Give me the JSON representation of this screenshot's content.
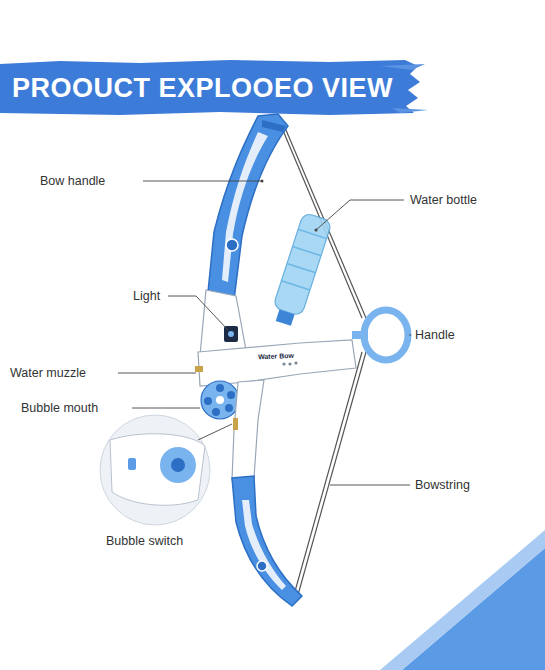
{
  "diagram": {
    "title": "PROOUCT EXPLOOEO VIEW",
    "labels": [
      "Bow handle",
      "Water bottle",
      "Light",
      "Handle",
      "Water muzzle",
      "Bubble mouth",
      "Bubble switch",
      "Bowstring",
      "Water Bow"
    ]
  }
}
